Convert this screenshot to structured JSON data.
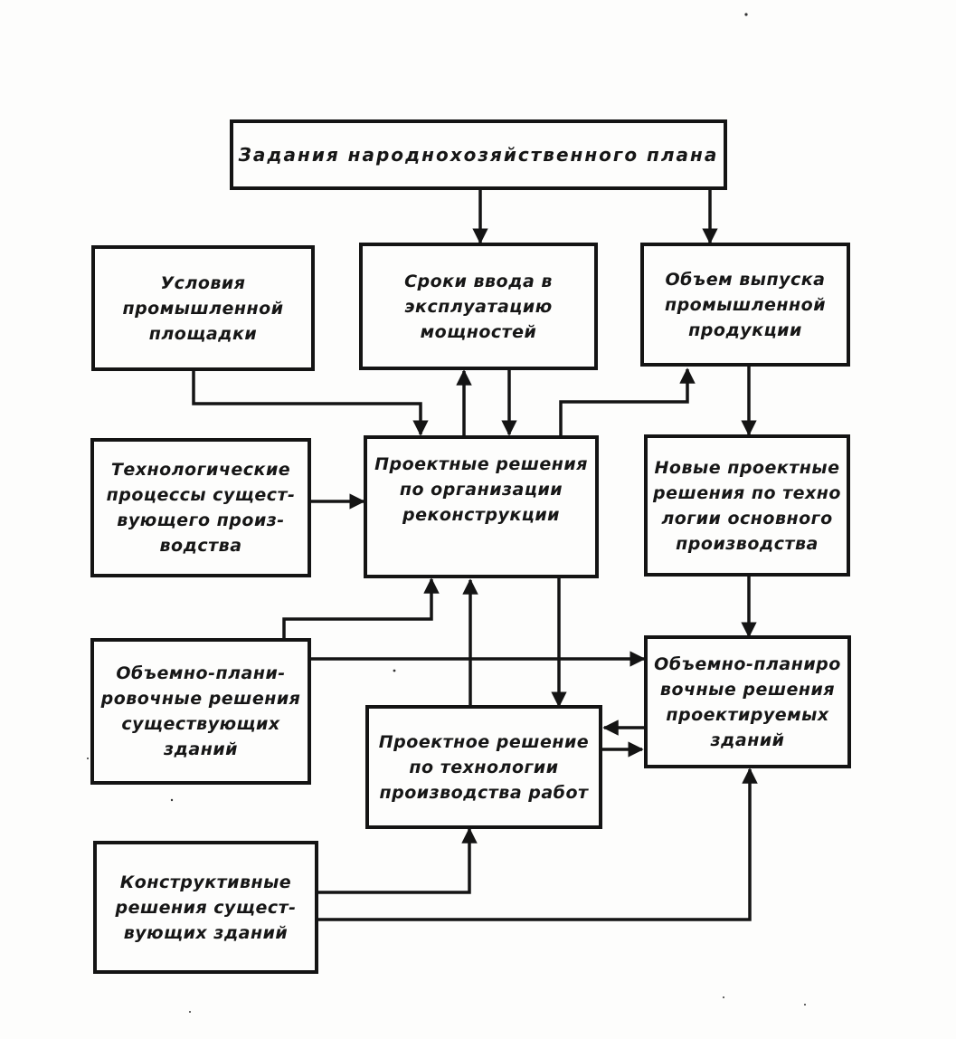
{
  "diagram": {
    "nodes": {
      "plan_tasks": "Задания  народнохозяйственного  плана",
      "site_conditions": "Условия\nпромышленной\nплощадки",
      "commissioning_terms": "Сроки ввода в\nэксплуатацию\nмощностей",
      "output_volume": "Объем выпуска\nпромышленной\nпродукции",
      "existing_processes": "Технологические\nпроцессы сущест-\nвующего произ-\nводства",
      "reconstruction_org": "Проектные решения\nпо организации\nреконструкции",
      "new_tech_solutions": "Новые проектные\nрешения по техно\nлогии основного\nпроизводства",
      "existing_buildings_planning": "Объемно-плани-\nровочные решения\nсуществующих\nзданий",
      "designed_buildings_planning": "Объемно-планиро\nвочные решения\nпроектируемых\nзданий",
      "work_technology": "Проектное решение\nпо технологии\nпроизводства работ",
      "existing_structures": "Конструктивные\nрешения сущест-\nвующих зданий"
    },
    "colors": {
      "ink": "#141414",
      "paper": "#fdfdfc"
    }
  }
}
